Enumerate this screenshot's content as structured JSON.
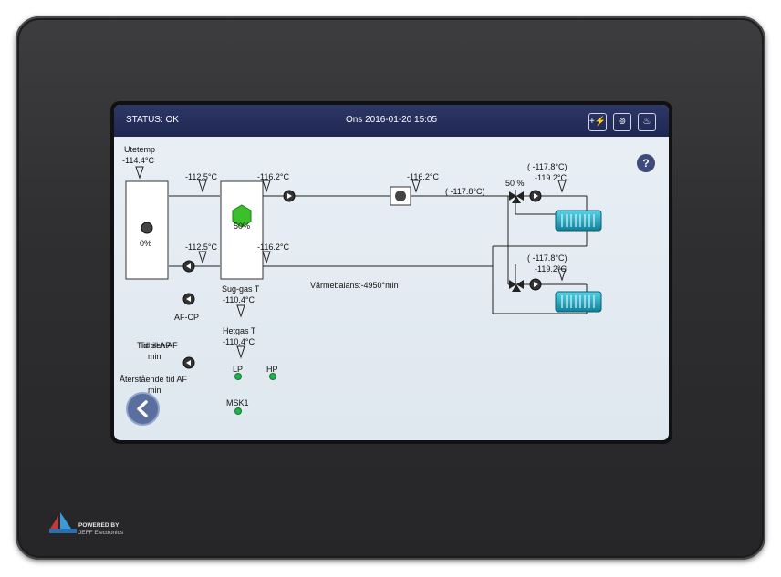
{
  "topbar": {
    "status": "STATUS: OK",
    "datetime": "Ons 2016-01-20 15:05",
    "buttons": [
      "power-plus-icon",
      "compressor-icon",
      "heat-icon"
    ]
  },
  "diagram": {
    "outdoor_label": "Utetemp",
    "outdoor_temp": "-114.4°C",
    "unit_fan_pct": "0%",
    "compressor_pct": "50%",
    "line_temp_1": "-112.5°C",
    "line_temp_2": "-116.2°C",
    "line_temp_3": "-112.5°C",
    "line_temp_4": "-116.2°C",
    "line_temp_5": "-116.2°C",
    "line_temp_6": "( -117.8°C)",
    "valve_pct": "50 %",
    "circuit1_temp_a": "( -117.8°C)",
    "circuit1_temp_b": "-119.2°C",
    "circuit2_temp_a": "( -117.8°C)",
    "circuit2_temp_b": "-119.2°C",
    "suction_label": "Sug-gas T",
    "suction_temp": "-110.4°C",
    "balance": "Värmebalans:-4950°min",
    "af_cp": "AF-CP",
    "hotgas_label": "Hetgas T",
    "hotgas_temp": "-110.4°C",
    "lp": "LP",
    "hp": "HP",
    "af_time_a": "Tid till AF",
    "af_time_b": "Tid sen AF",
    "af_min": "min",
    "remaining": "Återstående tid AF",
    "remaining_min": "min",
    "msk": "MSK1"
  },
  "bezel": {
    "powered_by": "POWERED BY",
    "brand": "JEFF Electronics"
  },
  "colors": {
    "header": "#232c58",
    "screen": "#e4ebf2",
    "indicator_green": "#22b14c",
    "radiator": "#1aa7c0"
  }
}
